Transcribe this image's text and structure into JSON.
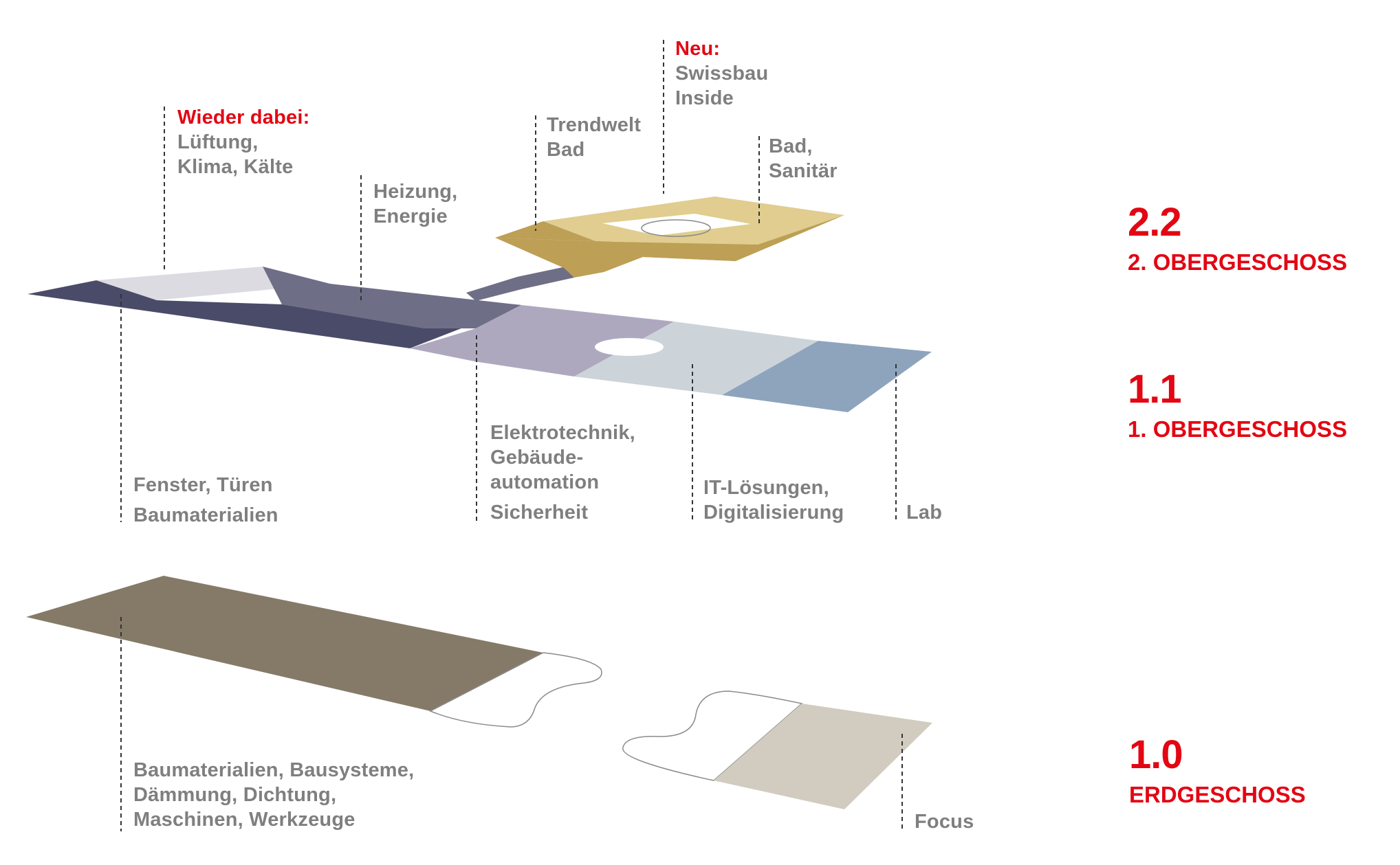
{
  "colors": {
    "accent_red": "#e30613",
    "label_gray": "#807f80",
    "dark_navy": "#4a4b68",
    "slate": "#6f6e87",
    "light_lavender": "#dcdbe2",
    "lilac": "#aea8bf",
    "pale_blue": "#ccd4da",
    "steel_blue": "#8ea4bd",
    "gold": "#bd9f55",
    "light_gold": "#e0cd8f",
    "brown": "#857a68",
    "beige": "#d1ccbf"
  },
  "labels": {
    "lueftung": {
      "highlight": "Wieder dabei:",
      "lines": [
        "Lüftung,",
        "Klima, Kälte"
      ]
    },
    "heizung": {
      "lines": [
        "Heizung,",
        "Energie"
      ]
    },
    "trendwelt": {
      "lines": [
        "Trendwelt",
        "Bad"
      ]
    },
    "swissbau": {
      "highlight": "Neu:",
      "lines": [
        "Swissbau",
        "Inside"
      ]
    },
    "bad": {
      "lines": [
        "Bad,",
        "Sanitär"
      ]
    },
    "fenster": {
      "lines": [
        "Fenster, Türen",
        "Baumaterialien"
      ]
    },
    "elektro": {
      "lines": [
        "Elektrotechnik,",
        "Gebäude-",
        "automation",
        "Sicherheit"
      ]
    },
    "it": {
      "lines": [
        "IT-Lösungen,",
        "Digitalisierung"
      ]
    },
    "lab": {
      "lines": [
        "Lab"
      ]
    },
    "baumaterialien": {
      "lines": [
        "Baumaterialien, Bausysteme,",
        "Dämmung, Dichtung,",
        "Maschinen, Werkzeuge"
      ]
    },
    "focus": {
      "lines": [
        "Focus"
      ]
    }
  },
  "floors": [
    {
      "number": "2.2",
      "name": "2. OBERGESCHOSS"
    },
    {
      "number": "1.1",
      "name": "1. OBERGESCHOSS"
    },
    {
      "number": "1.0",
      "name": "ERDGESCHOSS"
    }
  ]
}
